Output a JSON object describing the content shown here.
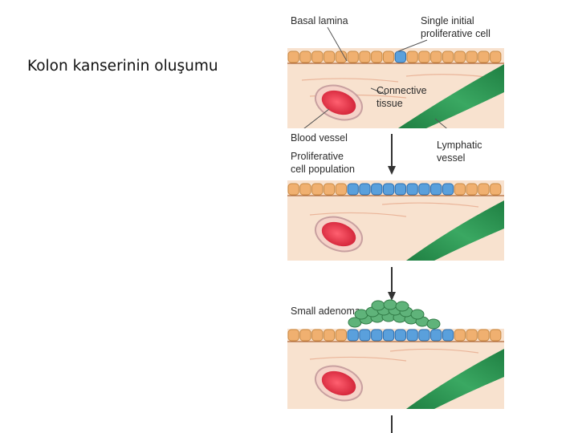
{
  "slide": {
    "title": "Kolon kanserinin oluşumu"
  },
  "figure": {
    "labels": {
      "basal_lamina": "Basal lamina",
      "single_cell_1": "Single initial",
      "single_cell_2": "proliferative cell",
      "connective_1": "Connective",
      "connective_2": "tissue",
      "blood_vessel": "Blood vessel",
      "lymphatic_1": "Lymphatic",
      "lymphatic_2": "vessel",
      "prolif_pop_1": "Proliferative",
      "prolif_pop_2": "cell population",
      "small_adenoma": "Small adenoma"
    },
    "colors": {
      "normal_cell": "#f0b070",
      "proliferative_cell": "#5aa0dc",
      "adenoma_cell": "#5fb37a",
      "tissue": "#f8e0cc",
      "blood": "#e03040",
      "lymph": "#2f9a55"
    },
    "stages": [
      "normal-with-single-proliferative-cell",
      "proliferative-cell-population",
      "small-adenoma"
    ]
  }
}
